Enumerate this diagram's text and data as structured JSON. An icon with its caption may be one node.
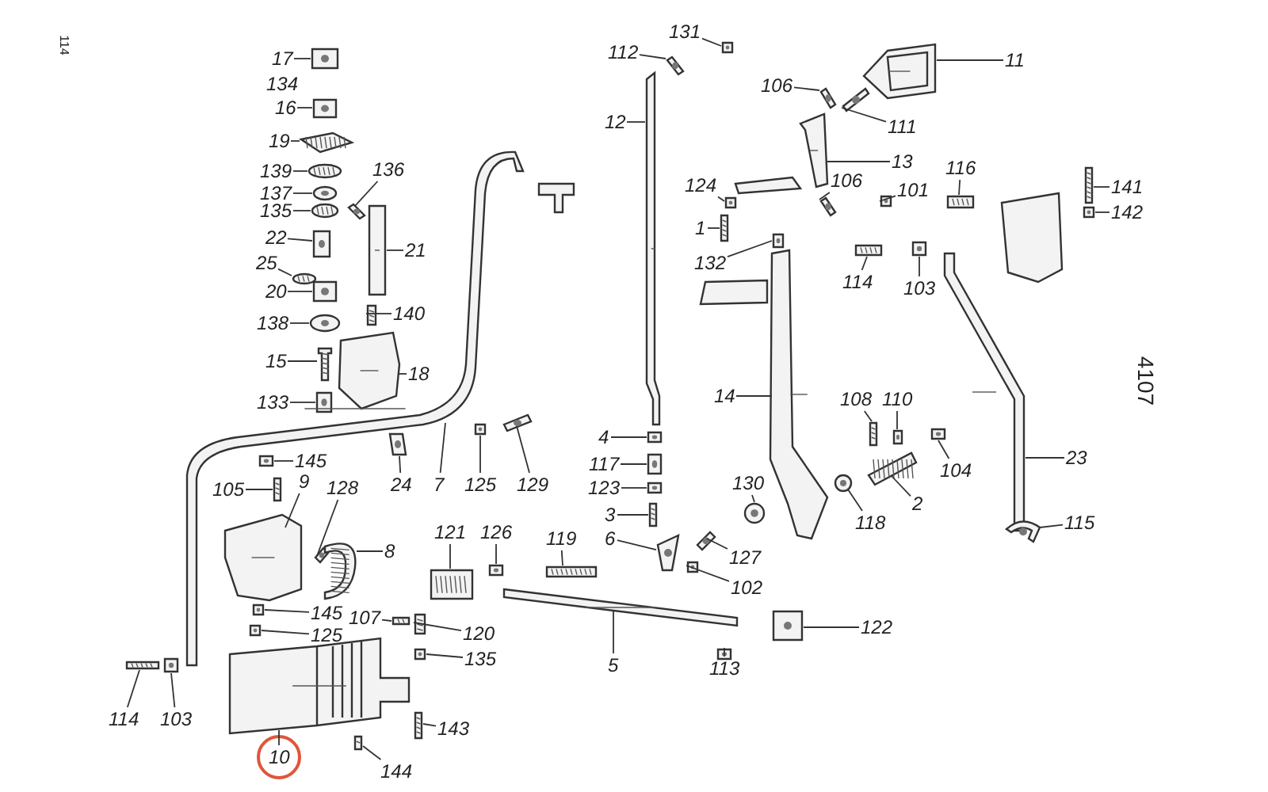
{
  "diagram": {
    "nodes": [
      {
        "text": [
          "17"
        ]
      },
      {
        "text": [
          "16"
        ]
      },
      {
        "text": [
          "19"
        ]
      },
      {
        "text": [
          "139"
        ]
      },
      {
        "text": [
          "137"
        ]
      },
      {
        "text": [
          "135"
        ]
      },
      {
        "text": [
          "22"
        ]
      },
      {
        "text": [
          "25"
        ]
      },
      {
        "text": [
          "20"
        ]
      },
      {
        "text": [
          "138"
        ]
      },
      {
        "text": [
          "15"
        ]
      },
      {
        "text": [
          "133"
        ]
      },
      {
        "text": [
          "136"
        ]
      },
      {
        "text": [
          "21"
        ]
      },
      {
        "text": [
          "140"
        ]
      },
      {
        "text": [
          "18"
        ]
      },
      {
        "text": [
          "112"
        ]
      },
      {
        "text": [
          "131"
        ]
      },
      {
        "text": [
          "12"
        ]
      },
      {
        "text": [
          "106"
        ]
      },
      {
        "text": [
          "106"
        ]
      },
      {
        "text": [
          "124"
        ]
      },
      {
        "text": [
          "1"
        ]
      },
      {
        "text": [
          "132"
        ]
      },
      {
        "text": [
          "114"
        ]
      },
      {
        "text": [
          "11"
        ]
      },
      {
        "text": [
          "111"
        ]
      },
      {
        "text": [
          "13"
        ]
      },
      {
        "text": [
          "101"
        ]
      },
      {
        "text": [
          "116"
        ]
      },
      {
        "text": [
          "141"
        ]
      },
      {
        "text": [
          "142"
        ]
      },
      {
        "text": [
          "103"
        ]
      },
      {
        "text": [
          "14"
        ]
      },
      {
        "text": [
          "108"
        ]
      },
      {
        "text": [
          "110"
        ]
      },
      {
        "text": [
          "104"
        ]
      },
      {
        "text": [
          "23"
        ]
      },
      {
        "text": [
          "2"
        ]
      },
      {
        "text": [
          "118"
        ]
      },
      {
        "text": [
          "115"
        ]
      },
      {
        "text": [
          "130"
        ]
      },
      {
        "text": [
          "4"
        ]
      },
      {
        "text": [
          "117"
        ]
      },
      {
        "text": [
          "123"
        ]
      },
      {
        "text": [
          "3"
        ]
      },
      {
        "text": [
          "6"
        ]
      },
      {
        "text": [
          "127"
        ]
      },
      {
        "text": [
          "102"
        ]
      },
      {
        "text": [
          "119"
        ]
      },
      {
        "text": [
          "5"
        ]
      },
      {
        "text": [
          "122"
        ]
      },
      {
        "text": [
          "113"
        ]
      },
      {
        "text": [
          "126"
        ]
      },
      {
        "text": [
          "125"
        ]
      },
      {
        "text": [
          "129"
        ]
      },
      {
        "text": [
          "121"
        ]
      },
      {
        "text": [
          "7"
        ]
      },
      {
        "text": [
          "24"
        ]
      },
      {
        "text": [
          "145"
        ]
      },
      {
        "text": [
          "105"
        ]
      },
      {
        "text": [
          "9"
        ]
      },
      {
        "text": [
          "128"
        ]
      },
      {
        "text": [
          "8"
        ]
      },
      {
        "text": [
          "145"
        ]
      },
      {
        "text": [
          "125"
        ]
      },
      {
        "text": [
          "107"
        ]
      },
      {
        "text": [
          "120"
        ]
      },
      {
        "text": [
          "135"
        ]
      },
      {
        "text": [
          "114"
        ]
      },
      {
        "text": [
          "103"
        ]
      },
      {
        "text": [
          "10"
        ]
      },
      {
        "text": [
          "144"
        ]
      },
      {
        "text": [
          "143"
        ]
      },
      {
        "text": [],
        "shape": "picture"
      },
      {
        "text": [],
        "shape": "picture"
      },
      {
        "text": [],
        "shape": "picture"
      },
      {
        "text": [],
        "shape": "picture"
      },
      {
        "text": [],
        "shape": "picture"
      },
      {
        "text": [],
        "shape": "picture"
      },
      {
        "text": [],
        "shape": "picture"
      },
      {
        "text": [],
        "shape": "picture"
      },
      {
        "text": [],
        "shape": "picture"
      },
      {
        "text": [],
        "shape": "picture"
      },
      {
        "text": [],
        "shape": "picture"
      },
      {
        "text": [],
        "shape": "picture"
      },
      {
        "text": [],
        "shape": "picture"
      },
      {
        "text": [],
        "shape": "picture"
      },
      {
        "text": [],
        "shape": "picture"
      },
      {
        "text": [],
        "shape": "picture"
      },
      {
        "text": [],
        "shape": "picture"
      },
      {
        "text": [],
        "shape": "picture"
      },
      {
        "text": [],
        "shape": "picture"
      },
      {
        "text": [],
        "shape": "picture"
      },
      {
        "text": [],
        "shape": "picture"
      },
      {
        "text": [],
        "shape": "picture"
      },
      {
        "text": [],
        "shape": "picture"
      },
      {
        "text": [],
        "shape": "picture"
      },
      {
        "text": [],
        "shape": "picture"
      },
      {
        "text": [],
        "shape": "picture"
      },
      {
        "text": [],
        "shape": "picture"
      },
      {
        "text": [],
        "shape": "picture"
      },
      {
        "text": [],
        "shape": "picture"
      },
      {
        "text": [],
        "shape": "picture"
      },
      {
        "text": [],
        "shape": "picture"
      },
      {
        "text": [],
        "shape": "picture"
      },
      {
        "text": [],
        "shape": "picture"
      },
      {
        "text": [],
        "shape": "picture"
      },
      {
        "text": [],
        "shape": "picture"
      },
      {
        "text": [],
        "shape": "picture"
      },
      {
        "text": [],
        "shape": "picture"
      },
      {
        "text": [],
        "shape": "picture"
      },
      {
        "text": [],
        "shape": "picture"
      },
      {
        "text": [],
        "shape": "picture"
      },
      {
        "text": [],
        "shape": "picture"
      },
      {
        "text": [],
        "shape": "picture"
      },
      {
        "text": [],
        "shape": "picture"
      },
      {
        "text": [],
        "shape": "picture"
      },
      {
        "text": [],
        "shape": "picture"
      },
      {
        "text": [],
        "shape": "picture"
      },
      {
        "text": [],
        "shape": "picture"
      },
      {
        "text": [],
        "shape": "picture"
      },
      {
        "text": [],
        "shape": "picture"
      },
      {
        "text": [],
        "shape": "picture"
      },
      {
        "text": [],
        "shape": "picture"
      },
      {
        "text": [],
        "shape": "picture"
      },
      {
        "text": [],
        "shape": "picture"
      },
      {
        "text": [],
        "shape": "picture"
      },
      {
        "text": [],
        "shape": "picture"
      },
      {
        "text": [],
        "shape": "picture"
      },
      {
        "text": [],
        "shape": "picture"
      },
      {
        "text": [],
        "shape": "picture"
      },
      {
        "text": [],
        "shape": "picture"
      },
      {
        "text": [],
        "shape": "picture"
      },
      {
        "text": [],
        "shape": "picture"
      },
      {
        "text": [],
        "shape": "picture"
      },
      {
        "text": [],
        "shape": "picture"
      },
      {
        "text": [],
        "shape": "picture"
      },
      {
        "text": [],
        "shape": "picture"
      },
      {
        "text": [],
        "shape": "picture"
      },
      {
        "text": [],
        "shape": "picture"
      },
      {
        "text": [],
        "shape": "picture"
      },
      {
        "text": [],
        "shape": "picture"
      },
      {
        "text": [],
        "shape": "picture"
      },
      {
        "text": [],
        "shape": "picture"
      },
      {
        "text": [],
        "shape": "picture"
      },
      {
        "text": [],
        "shape": "picture"
      },
      {
        "text": [],
        "shape": "picture"
      }
    ],
    "edges": [
      {
        "from": 0,
        "to": 74,
        "arrow": "none"
      },
      {
        "from": 1,
        "to": 75,
        "arrow": "none"
      },
      {
        "from": 2,
        "to": 76,
        "arrow": "none"
      },
      {
        "from": 3,
        "to": 77,
        "arrow": "none"
      },
      {
        "from": 4,
        "to": 78,
        "arrow": "none"
      },
      {
        "from": 5,
        "to": 79,
        "arrow": "none"
      },
      {
        "from": 6,
        "to": 80,
        "arrow": "none"
      },
      {
        "from": 7,
        "to": 81,
        "arrow": "none"
      },
      {
        "from": 8,
        "to": 82,
        "arrow": "none"
      },
      {
        "from": 9,
        "to": 83,
        "arrow": "none"
      },
      {
        "from": 10,
        "to": 84,
        "arrow": "none"
      },
      {
        "from": 11,
        "to": 85,
        "arrow": "none"
      },
      {
        "from": 12,
        "to": 86,
        "arrow": "none"
      },
      {
        "from": 13,
        "to": 87,
        "arrow": "none"
      },
      {
        "from": 14,
        "to": 88,
        "arrow": "none"
      },
      {
        "from": 15,
        "to": 89,
        "arrow": "none"
      },
      {
        "from": 16,
        "to": 90,
        "arrow": "none"
      },
      {
        "from": 17,
        "to": 91,
        "arrow": "none"
      },
      {
        "from": 18,
        "to": 92,
        "arrow": "none"
      },
      {
        "from": 19,
        "to": 93,
        "arrow": "none"
      },
      {
        "from": 20,
        "to": 94,
        "arrow": "none"
      },
      {
        "from": 21,
        "to": 95,
        "arrow": "none"
      },
      {
        "from": 22,
        "to": 96,
        "arrow": "none"
      },
      {
        "from": 23,
        "to": 97,
        "arrow": "none"
      },
      {
        "from": 24,
        "to": 98,
        "arrow": "none"
      },
      {
        "from": 25,
        "to": 99,
        "arrow": "none"
      },
      {
        "from": 26,
        "to": 100,
        "arrow": "none"
      },
      {
        "from": 27,
        "to": 101,
        "arrow": "none"
      },
      {
        "from": 28,
        "to": 102,
        "arrow": "none"
      },
      {
        "from": 29,
        "to": 103,
        "arrow": "none"
      },
      {
        "from": 30,
        "to": 104,
        "arrow": "none"
      },
      {
        "from": 31,
        "to": 105,
        "arrow": "none"
      },
      {
        "from": 32,
        "to": 106,
        "arrow": "none"
      },
      {
        "from": 33,
        "to": 107,
        "arrow": "none"
      },
      {
        "from": 34,
        "to": 108,
        "arrow": "none"
      },
      {
        "from": 35,
        "to": 109,
        "arrow": "none"
      },
      {
        "from": 36,
        "to": 110,
        "arrow": "none"
      },
      {
        "from": 37,
        "to": 111,
        "arrow": "none"
      },
      {
        "from": 38,
        "to": 112,
        "arrow": "none"
      },
      {
        "from": 39,
        "to": 113,
        "arrow": "none"
      },
      {
        "from": 40,
        "to": 114,
        "arrow": "none"
      },
      {
        "from": 41,
        "to": 115,
        "arrow": "none"
      },
      {
        "from": 42,
        "to": 116,
        "arrow": "none"
      },
      {
        "from": 43,
        "to": 117,
        "arrow": "none"
      },
      {
        "from": 44,
        "to": 118,
        "arrow": "none"
      },
      {
        "from": 45,
        "to": 119,
        "arrow": "none"
      },
      {
        "from": 46,
        "to": 120,
        "arrow": "none"
      },
      {
        "from": 47,
        "to": 121,
        "arrow": "none"
      },
      {
        "from": 48,
        "to": 122,
        "arrow": "none"
      },
      {
        "from": 49,
        "to": 123,
        "arrow": "none"
      },
      {
        "from": 50,
        "to": 124,
        "arrow": "none"
      },
      {
        "from": 51,
        "to": 125,
        "arrow": "none"
      },
      {
        "from": 52,
        "to": 126,
        "arrow": "none"
      },
      {
        "from": 53,
        "to": 127,
        "arrow": "none"
      },
      {
        "from": 54,
        "to": 128,
        "arrow": "none"
      },
      {
        "from": 55,
        "to": 129,
        "arrow": "none"
      },
      {
        "from": 56,
        "to": 130,
        "arrow": "none"
      },
      {
        "from": 57,
        "to": 131,
        "arrow": "none"
      },
      {
        "from": 58,
        "to": 132,
        "arrow": "none"
      },
      {
        "from": 59,
        "to": 133,
        "arrow": "none"
      },
      {
        "from": 60,
        "to": 134,
        "arrow": "none"
      },
      {
        "from": 61,
        "to": 135,
        "arrow": "none"
      },
      {
        "from": 62,
        "to": 136,
        "arrow": "none"
      },
      {
        "from": 63,
        "to": 137,
        "arrow": "none"
      },
      {
        "from": 64,
        "to": 138,
        "arrow": "none"
      },
      {
        "from": 65,
        "to": 139,
        "arrow": "none"
      },
      {
        "from": 66,
        "to": 140,
        "arrow": "none"
      },
      {
        "from": 67,
        "to": 141,
        "arrow": "none"
      },
      {
        "from": 68,
        "to": 142,
        "arrow": "none"
      },
      {
        "from": 69,
        "to": 143,
        "arrow": "none"
      },
      {
        "from": 70,
        "to": 144,
        "arrow": "none"
      },
      {
        "from": 71,
        "to": 145,
        "arrow": "none"
      },
      {
        "from": 72,
        "to": 146,
        "arrow": "none"
      },
      {
        "from": 73,
        "to": 147,
        "arrow": "none"
      }
    ],
    "labels": [
      "114",
      "134",
      "4107"
    ]
  }
}
